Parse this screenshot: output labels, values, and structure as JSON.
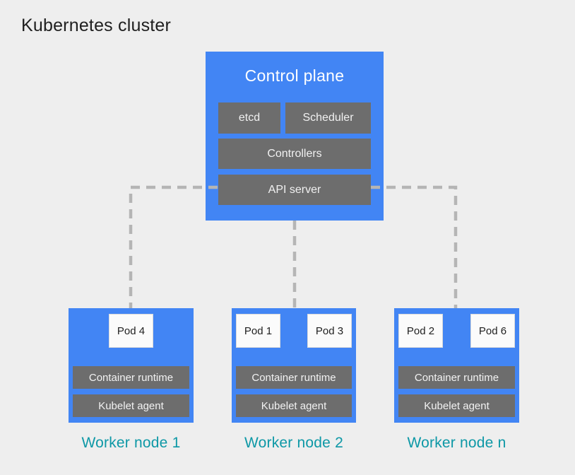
{
  "page": {
    "title": "Kubernetes cluster"
  },
  "colors": {
    "blue": "#4285f4",
    "gray": "#6d6d6d",
    "teal": "#0d98a6",
    "background": "#eeeeee",
    "dash": "#b5b5b5"
  },
  "control_plane": {
    "title": "Control plane",
    "components": [
      "etcd",
      "Scheduler",
      "Controllers",
      "API server"
    ]
  },
  "worker_nodes": [
    {
      "label": "Worker node 1",
      "pods": [
        "Pod 4"
      ],
      "components": [
        "Container runtime",
        "Kubelet agent"
      ]
    },
    {
      "label": "Worker node 2",
      "pods": [
        "Pod 1",
        "Pod 3"
      ],
      "components": [
        "Container runtime",
        "Kubelet agent"
      ]
    },
    {
      "label": "Worker node n",
      "pods": [
        "Pod 2",
        "Pod 6"
      ],
      "components": [
        "Container runtime",
        "Kubelet agent"
      ]
    }
  ]
}
